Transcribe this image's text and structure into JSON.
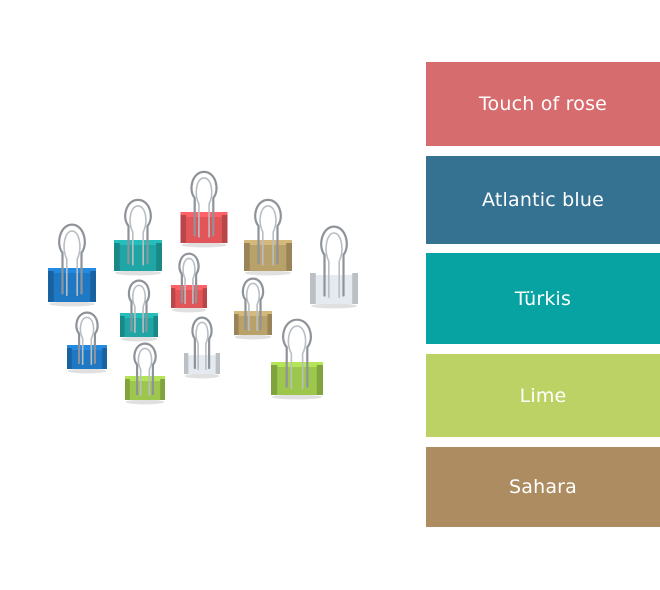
{
  "palette": {
    "swatches": [
      {
        "label": "Touch of rose",
        "color": "#d76c6e"
      },
      {
        "label": "Atlantic blue",
        "color": "#357291"
      },
      {
        "label": "Türkis",
        "color": "#07a3a3"
      },
      {
        "label": "Lime",
        "color": "#bdd265"
      },
      {
        "label": "Sahara",
        "color": "#ac8c60"
      }
    ]
  },
  "clips": [
    {
      "color": "#1f78c4",
      "color_name": "blue"
    },
    {
      "color": "#1f78c4",
      "color_name": "blue"
    },
    {
      "color": "#1fa6a4",
      "color_name": "turquoise"
    },
    {
      "color": "#1fa6a4",
      "color_name": "turquoise"
    },
    {
      "color": "#e2565a",
      "color_name": "rose"
    },
    {
      "color": "#e2565a",
      "color_name": "rose"
    },
    {
      "color": "#b9a16a",
      "color_name": "sahara"
    },
    {
      "color": "#b9a16a",
      "color_name": "sahara"
    },
    {
      "color": "#e4eaef",
      "color_name": "white"
    },
    {
      "color": "#e4eaef",
      "color_name": "white"
    },
    {
      "color": "#9cc74c",
      "color_name": "lime"
    },
    {
      "color": "#9cc74c",
      "color_name": "lime"
    }
  ]
}
